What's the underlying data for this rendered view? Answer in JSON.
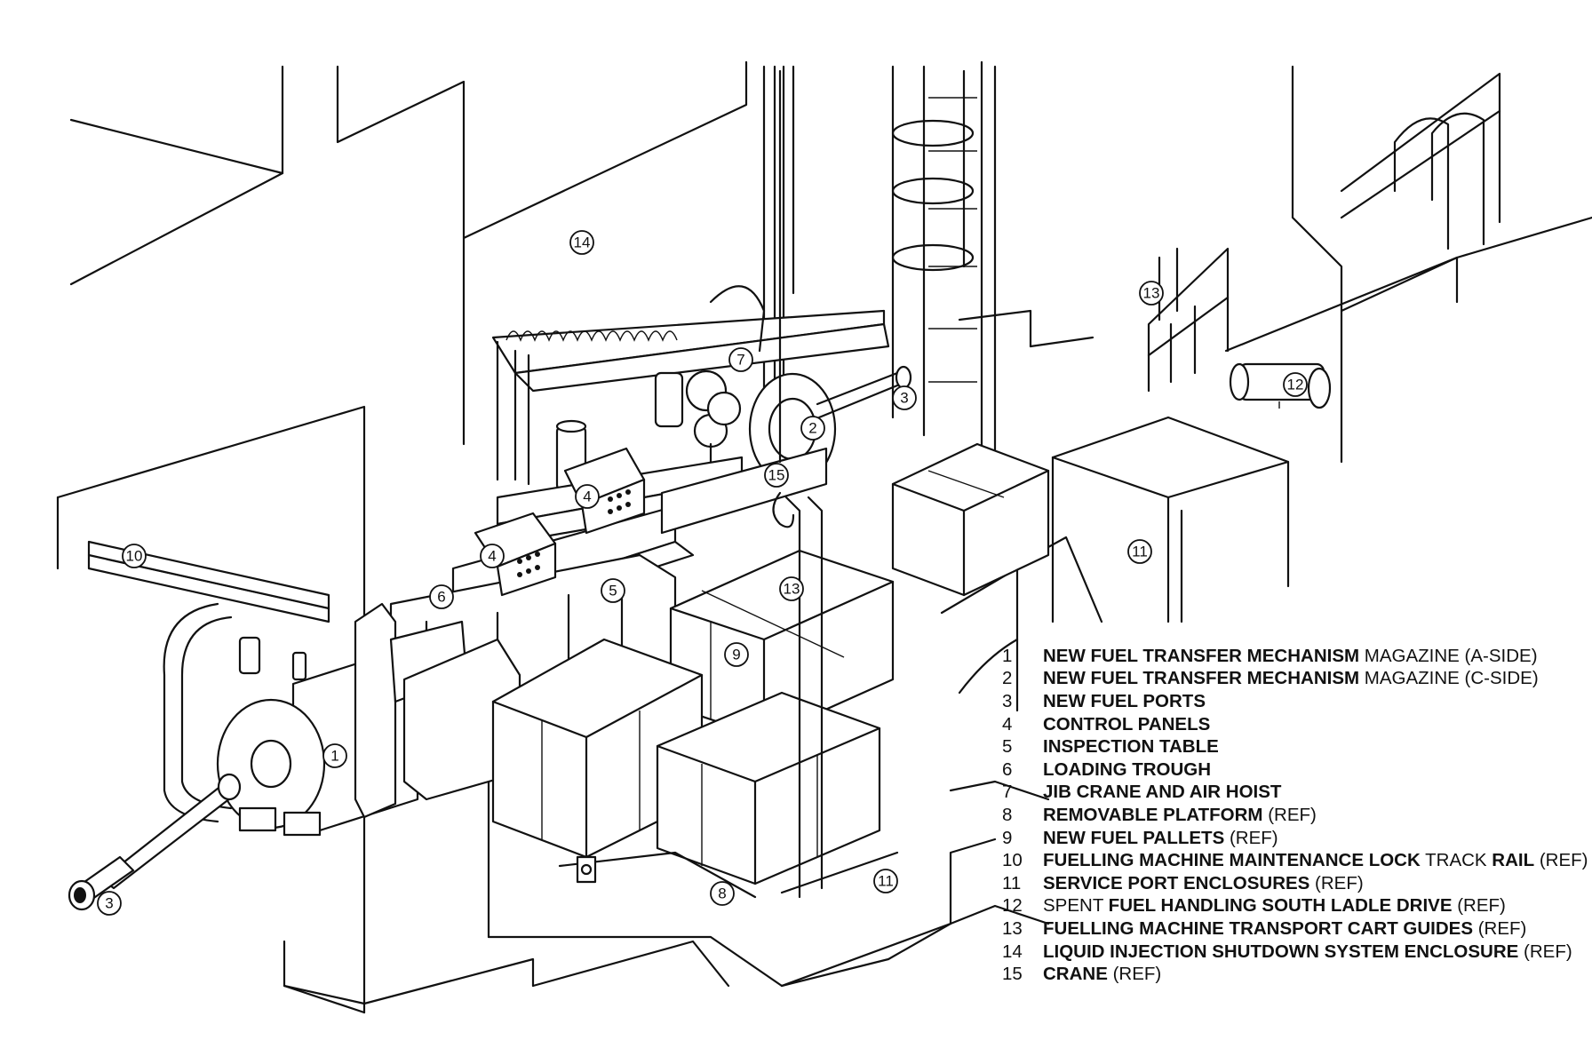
{
  "callouts": {
    "c1": "1",
    "c2": "2",
    "c3a": "3",
    "c3b": "3",
    "c4a": "4",
    "c4b": "4",
    "c5": "5",
    "c6": "6",
    "c7": "7",
    "c8": "8",
    "c9": "9",
    "c10": "10",
    "c11a": "11",
    "c11b": "11",
    "c12": "12",
    "c13a": "13",
    "c13b": "13",
    "c14": "14",
    "c15": "15"
  },
  "legend": [
    {
      "num": "1",
      "parts": [
        {
          "text": "NEW FUEL TRANSFER MECHANISM",
          "bold": true
        },
        {
          "text": " MAGAZINE (A-SIDE)",
          "bold": false
        }
      ]
    },
    {
      "num": "2",
      "parts": [
        {
          "text": "NEW FUEL TRANSFER MECHANISM",
          "bold": true
        },
        {
          "text": " MAGAZINE (C-SIDE)",
          "bold": false
        }
      ]
    },
    {
      "num": "3",
      "parts": [
        {
          "text": "NEW FUEL PORTS",
          "bold": true
        }
      ]
    },
    {
      "num": "4",
      "parts": [
        {
          "text": "CONTROL PANELS",
          "bold": true
        }
      ]
    },
    {
      "num": "5",
      "parts": [
        {
          "text": "INSPECTION TABLE",
          "bold": true
        }
      ]
    },
    {
      "num": "6",
      "parts": [
        {
          "text": "LOADING TROUGH",
          "bold": true
        }
      ]
    },
    {
      "num": "7",
      "parts": [
        {
          "text": "JIB CRANE AND AIR HOIST",
          "bold": true
        }
      ]
    },
    {
      "num": "8",
      "parts": [
        {
          "text": "REMOVABLE PLATFORM",
          "bold": true
        },
        {
          "text": " (REF)",
          "bold": false
        }
      ]
    },
    {
      "num": "9",
      "parts": [
        {
          "text": "NEW FUEL PALLETS",
          "bold": true
        },
        {
          "text": " (REF)",
          "bold": false
        }
      ]
    },
    {
      "num": "10",
      "parts": [
        {
          "text": "FUELLING MACHINE MAINTENANCE LOCK",
          "bold": true
        },
        {
          "text": " TRACK ",
          "bold": false
        },
        {
          "text": "RAIL",
          "bold": true
        },
        {
          "text": " (REF)",
          "bold": false
        }
      ]
    },
    {
      "num": "11",
      "parts": [
        {
          "text": "SERVICE PORT ENCLOSURES",
          "bold": true
        },
        {
          "text": " (REF)",
          "bold": false
        }
      ]
    },
    {
      "num": "12",
      "parts": [
        {
          "text": "SPENT ",
          "bold": false
        },
        {
          "text": "FUEL HANDLING SOUTH LADLE DRIVE",
          "bold": true
        },
        {
          "text": " (REF)",
          "bold": false
        }
      ]
    },
    {
      "num": "13",
      "parts": [
        {
          "text": "FUELLING MACHINE TRANSPORT CART GUIDES",
          "bold": true
        },
        {
          "text": " (REF)",
          "bold": false
        }
      ]
    },
    {
      "num": "14",
      "parts": [
        {
          "text": "LIQUID INJECTION SHUTDOWN SYSTEM ENCLOSURE",
          "bold": true
        },
        {
          "text": " (REF)",
          "bold": false
        }
      ]
    },
    {
      "num": "15",
      "parts": [
        {
          "text": "CRANE",
          "bold": true
        },
        {
          "text": " (REF)",
          "bold": false
        }
      ]
    }
  ]
}
